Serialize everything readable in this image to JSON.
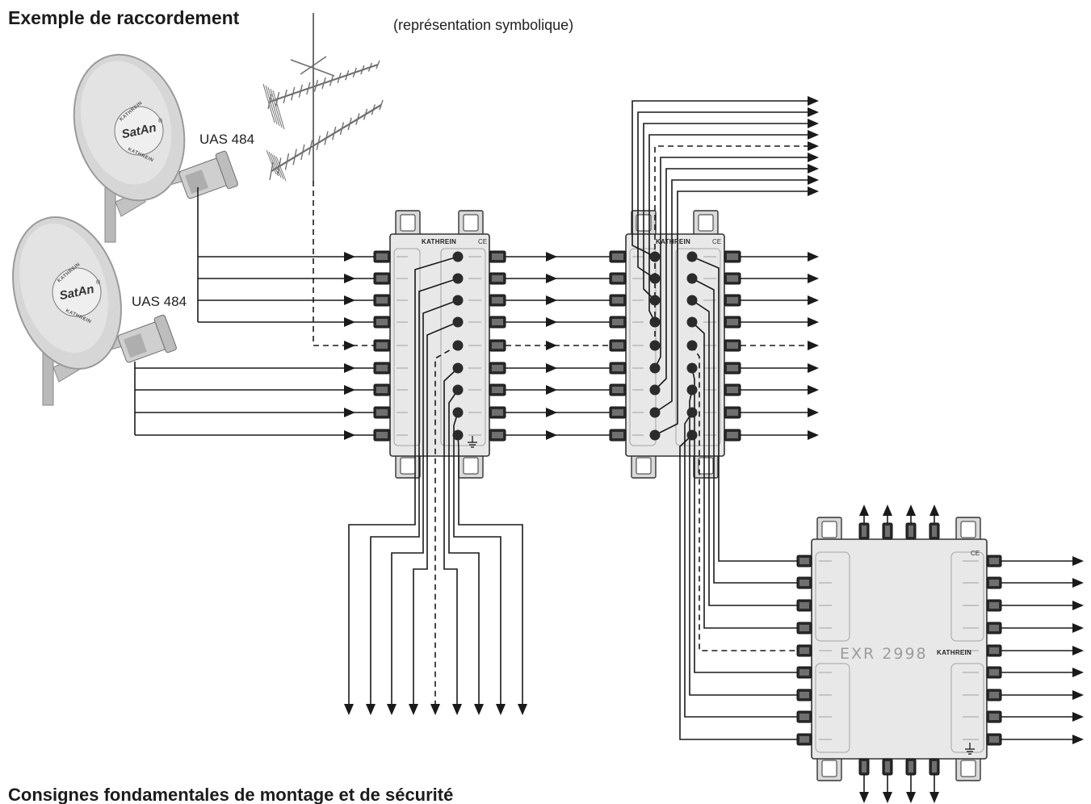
{
  "title": "Exemple de raccordement",
  "subtitle": "(représentation symbolique)",
  "lnb_1": {
    "label": "UAS 484"
  },
  "lnb_2": {
    "label": "UAS 484"
  },
  "dish_logo": {
    "name": "SatAn",
    "registered_mark": "®",
    "maker": "KATHREIN"
  },
  "multiswitch_brand": "KATHREIN",
  "certification_mark": "CE",
  "distribution_switch": {
    "model": "EXR 2998"
  },
  "section_heading": "Consignes fondamentales de montage et de sécurité",
  "colors": {
    "line": "#1a1a1a",
    "housing": "#e8e8e8",
    "clamp": "#d9d9d9",
    "outline": "#333333",
    "connector": "#2b2b2b",
    "mast": "#707070",
    "dish": "#d6d6d6"
  },
  "icons": {
    "terrestrial_antenna": "terrestrial-antenna-icon",
    "satellite_dish": "satellite-dish-icon",
    "lnb": "lnb-icon",
    "ground": "ground-icon",
    "signal_arrow": "arrow-icon"
  }
}
